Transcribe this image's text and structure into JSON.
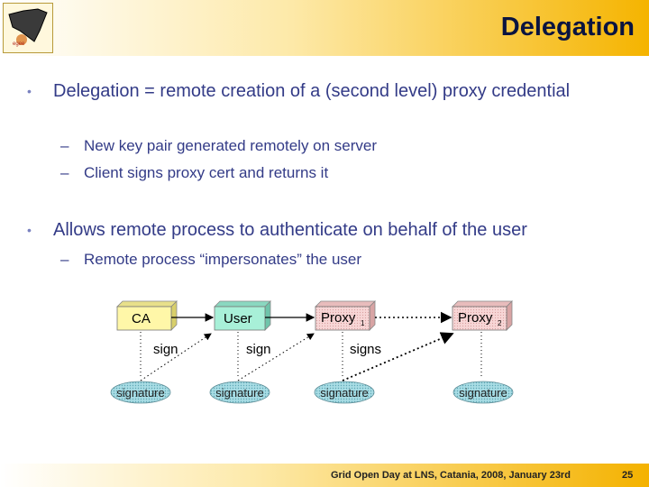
{
  "slide": {
    "title": "Delegation",
    "bullets": [
      {
        "text": "Delegation = remote creation of a (second level) proxy credential",
        "subs": [
          "New key pair generated remotely on server",
          "Client signs proxy cert and returns it"
        ]
      },
      {
        "text": "Allows remote process to authenticate on behalf of the user",
        "subs": [
          "Remote process “impersonates” the user"
        ]
      }
    ],
    "bullet_symbol": "•",
    "dash_symbol": "–"
  },
  "diagram": {
    "nodes": [
      "CA",
      "User",
      "Proxy",
      "Proxy"
    ],
    "node_subscripts": [
      "",
      "",
      "1",
      "2"
    ],
    "edge_labels": [
      "sign",
      "sign",
      "signs"
    ],
    "signature_label": "signature"
  },
  "footer": {
    "text": "Grid Open Day at LNS, Catania, 2008, January 23rd",
    "page": "25"
  },
  "colors": {
    "title": "#0a1440",
    "body_text": "#333b87",
    "header_accent": "#f5b400",
    "ca_box": "#fff7a8",
    "user_box": "#a8f0d8",
    "proxy_box": "#f6d2d2",
    "signature_ellipse": "#9ed6e0"
  }
}
